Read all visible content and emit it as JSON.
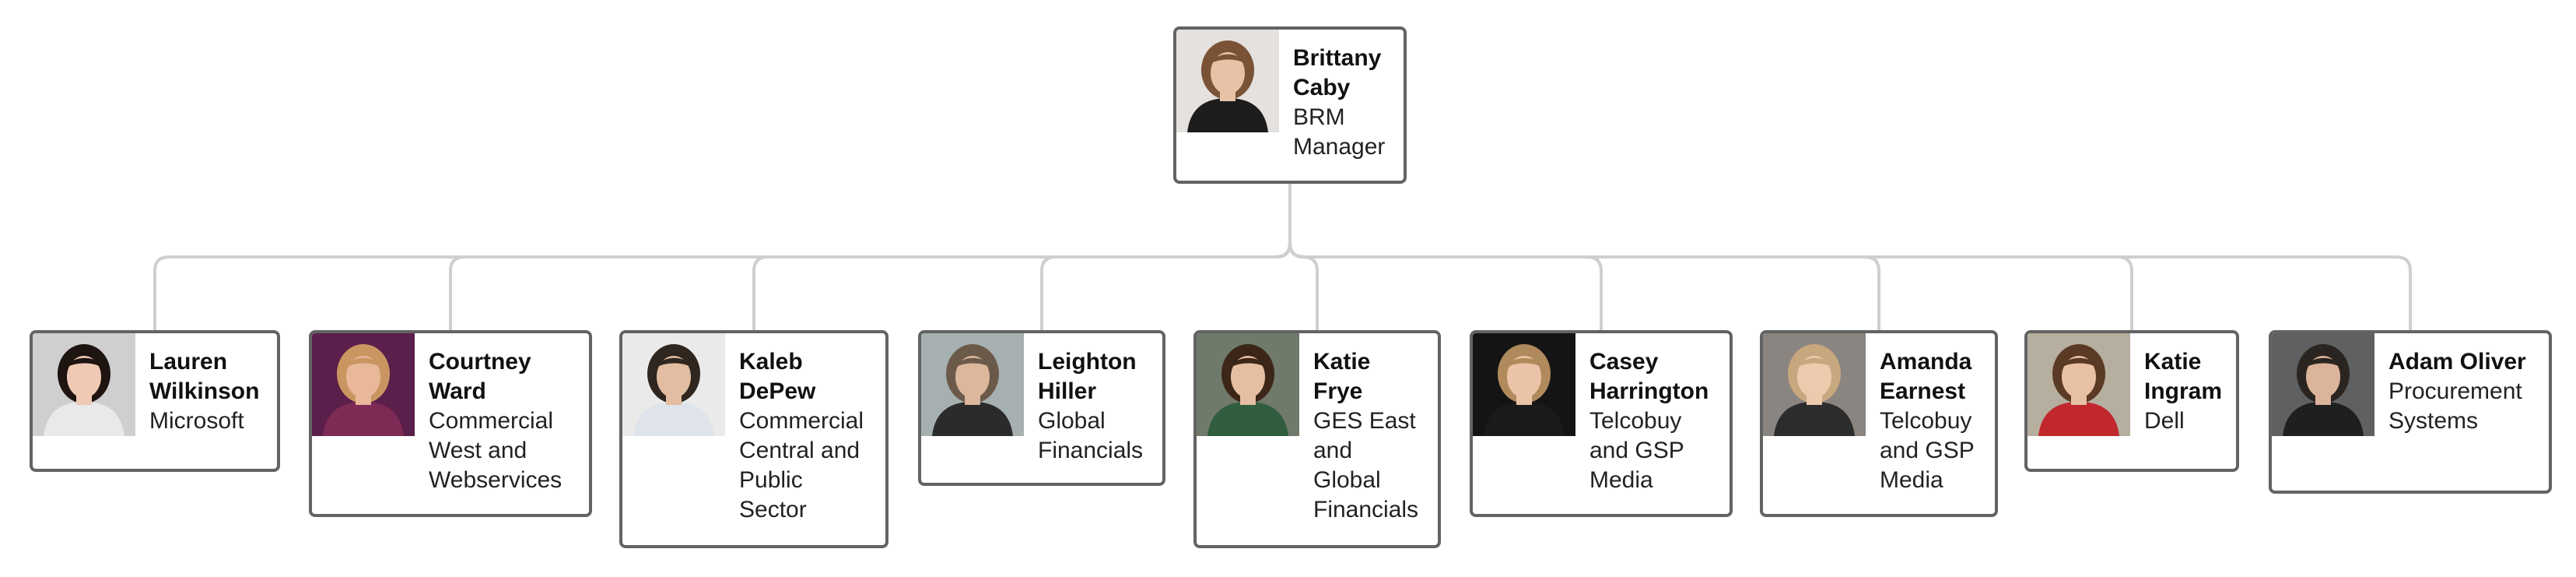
{
  "root": {
    "name_lines": [
      "Brittany",
      "Caby"
    ],
    "role_lines": [
      "BRM",
      "Manager"
    ],
    "photo": {
      "bg": "#e4e1de",
      "hair": "#7a5236",
      "skin": "#e8c2a6",
      "clothes": "#1c1c1c"
    }
  },
  "children": [
    {
      "name_lines": [
        "Lauren",
        "Wilkinson"
      ],
      "role_lines": [
        "Microsoft"
      ],
      "photo": {
        "bg": "#cfcfcf",
        "hair": "#1e1410",
        "skin": "#f0c9b5",
        "clothes": "#e9e9e9"
      }
    },
    {
      "name_lines": [
        "Courtney",
        "Ward"
      ],
      "role_lines": [
        "Commercial",
        "West and",
        "Webservices"
      ],
      "photo": {
        "bg": "#5a1f4a",
        "hair": "#c99662",
        "skin": "#e9b79a",
        "clothes": "#7d2a55"
      }
    },
    {
      "name_lines": [
        "Kaleb",
        "DePew"
      ],
      "role_lines": [
        "Commercial",
        "Central and",
        "Public",
        "Sector"
      ],
      "photo": {
        "bg": "#eaeaea",
        "hair": "#2e261f",
        "skin": "#e2bda1",
        "clothes": "#dfe4ea"
      }
    },
    {
      "name_lines": [
        "Leighton",
        "Hiller"
      ],
      "role_lines": [
        "Global",
        "Financials"
      ],
      "photo": {
        "bg": "#a7b0b0",
        "hair": "#6b5a4a",
        "skin": "#dcb79c",
        "clothes": "#2b2b2b"
      }
    },
    {
      "name_lines": [
        "Katie",
        "Frye"
      ],
      "role_lines": [
        "GES East",
        "and",
        "Global",
        "Financials"
      ],
      "photo": {
        "bg": "#6f7a6a",
        "hair": "#3b2618",
        "skin": "#e6bfa2",
        "clothes": "#2f5d3e"
      }
    },
    {
      "name_lines": [
        "Casey",
        "Harrington"
      ],
      "role_lines": [
        "Telcobuy",
        "and GSP",
        "Media"
      ],
      "photo": {
        "bg": "#141414",
        "hair": "#b08a5c",
        "skin": "#ebc4a8",
        "clothes": "#1a1a1a"
      }
    },
    {
      "name_lines": [
        "Amanda",
        "Earnest"
      ],
      "role_lines": [
        "Telcobuy",
        "and GSP",
        "Media"
      ],
      "photo": {
        "bg": "#8a8580",
        "hair": "#c7a77e",
        "skin": "#edc9ae",
        "clothes": "#2c2c2c"
      }
    },
    {
      "name_lines": [
        "Katie",
        "Ingram"
      ],
      "role_lines": [
        "Dell"
      ],
      "photo": {
        "bg": "#b6ae9e",
        "hair": "#5a3a24",
        "skin": "#e8c0a3",
        "clothes": "#c0282d"
      }
    },
    {
      "name_lines": [
        "Adam Oliver"
      ],
      "role_lines": [
        "Procurement",
        "Systems"
      ],
      "photo": {
        "bg": "#5f6061",
        "hair": "#2a2520",
        "skin": "#dcb49a",
        "clothes": "#1f1f1f"
      }
    }
  ],
  "colors": {
    "connector": "#cfcfcf",
    "card_border": "#636363"
  }
}
